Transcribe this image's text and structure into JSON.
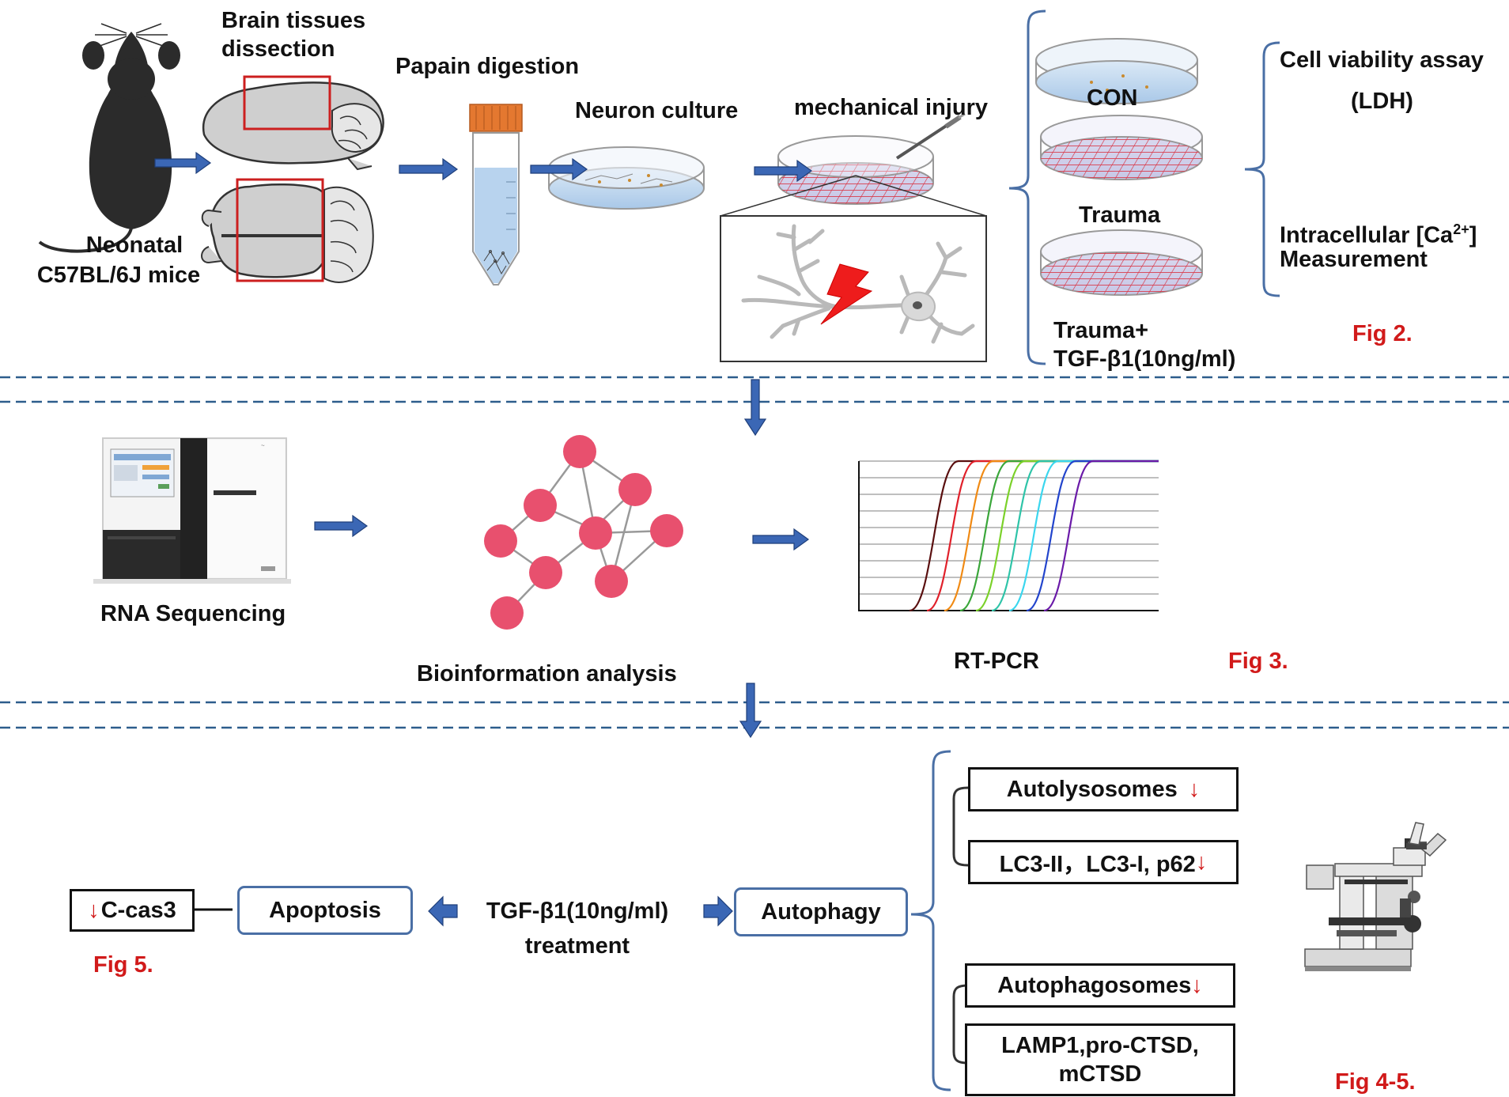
{
  "labels": {
    "brain_dissection_1": "Brain tissues",
    "brain_dissection_2": "dissection",
    "papain": "Papain digestion",
    "neuron_culture": "Neuron culture",
    "mech_injury": "mechanical injury",
    "mouse_1": "Neonatal",
    "mouse_2": "C57BL/6J mice",
    "con": "CON",
    "trauma": "Trauma",
    "trauma_tgf_1": "Trauma+",
    "trauma_tgf_2": "TGF-β1(10ng/ml)",
    "cell_viability_1": "Cell viability assay",
    "cell_viability_2": "(LDH)",
    "ca_1_prefix": "Intracellular [Ca",
    "ca_sup": "2+",
    "ca_1_suffix": "]",
    "ca_2": "Measurement",
    "fig2": "Fig 2.",
    "rna_seq": "RNA Sequencing",
    "bioinfo": "Bioinformation analysis",
    "rtpcr": "RT-PCR",
    "fig3": "Fig 3.",
    "ccas3": "C-cas3",
    "apoptosis": "Apoptosis",
    "tgf_treat_1": "TGF-β1(10ng/ml)",
    "tgf_treat_2": "treatment",
    "autophagy": "Autophagy",
    "fig5": "Fig 5.",
    "autolysosomes": "Autolysosomes",
    "lc3": "LC3-II，LC3-I, p62",
    "autophagosomes": "Autophagosomes",
    "lamp_1": "LAMP1,pro-CTSD,",
    "lamp_2": "mCTSD",
    "fig45": "Fig 4-5."
  },
  "colors": {
    "arrow_blue": "#3b67b5",
    "figure_red": "#d11a1a",
    "node_pink": "#e8506e",
    "dash_blue": "#2d5d8c",
    "bracket_blue": "#4a6fa5"
  },
  "icons": {
    "mouse": "mouse-icon",
    "brain": "brain-icon",
    "tube": "test-tube-icon",
    "dish": "petri-dish-icon",
    "sequencer": "sequencer-icon",
    "network": "network-icon",
    "pcr_curves": "pcr-curve-icon",
    "microscope": "microscope-icon",
    "neuron": "neuron-icon",
    "lightning": "lightning-icon"
  }
}
